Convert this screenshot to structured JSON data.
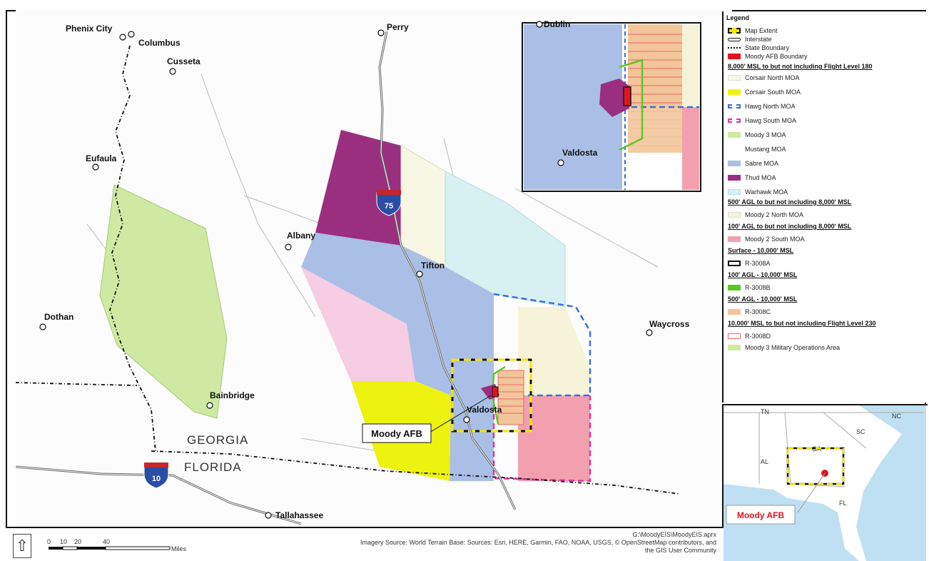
{
  "title_fragment": "",
  "cities": {
    "phenix_city": "Phenix City",
    "columbus": "Columbus",
    "cusseta": "Cusseta",
    "perry": "Perry",
    "dublin": "Dublin",
    "eufaula": "Eufaula",
    "albany": "Albany",
    "tifton": "Tifton",
    "dothan": "Dothan",
    "waycross": "Waycross",
    "bainbridge": "Bainbridge",
    "valdosta": "Valdosta",
    "tallahassee": "Tallahassee"
  },
  "states": {
    "georgia": "GEORGIA",
    "florida": "FLORIDA"
  },
  "interstates": {
    "i75": "75",
    "i10": "10"
  },
  "moody_callout": "Moody AFB",
  "inset": {
    "valdosta": "Valdosta"
  },
  "legend": {
    "title": "Legend",
    "items": [
      {
        "label": "Map Extent"
      },
      {
        "label": "Interstate"
      },
      {
        "label": "State Boundary"
      },
      {
        "label": "Moody AFB Boundary"
      }
    ],
    "heading1": "8,000' MSL to but not including Flight Level 180",
    "group1": [
      {
        "label": "Corsair North MOA"
      },
      {
        "label": "Corsair South MOA"
      },
      {
        "label": "Hawg North MOA"
      },
      {
        "label": "Hawg South MOA"
      },
      {
        "label": "Moody 3 MOA"
      },
      {
        "label": "Mustang MOA"
      },
      {
        "label": "Sabre MOA"
      },
      {
        "label": "Thud MOA"
      },
      {
        "label": "Warhawk MOA"
      }
    ],
    "heading2": "500' AGL to but not including 8,000' MSL",
    "group2": [
      {
        "label": "Moody 2 North MOA"
      }
    ],
    "heading3": "100' AGL to but not including 8,000' MSL",
    "group3": [
      {
        "label": "Moody 2 South MOA"
      }
    ],
    "heading4": "Surface - 10,000' MSL",
    "group4": [
      {
        "label": "R-3008A"
      }
    ],
    "heading5": "100' AGL - 10,000' MSL",
    "group5": [
      {
        "label": "R-3008B"
      }
    ],
    "heading6": "500' AGL - 10,000' MSL",
    "group6": [
      {
        "label": "R-3008C"
      }
    ],
    "heading7": "10,000' MSL to but not including Flight Level 230",
    "group7": [
      {
        "label": "R-3008D"
      },
      {
        "label": "Moody 3 Military Operations Area"
      }
    ]
  },
  "locator": {
    "tn": "TN",
    "nc": "NC",
    "sc": "SC",
    "al": "AL",
    "ga": "GA",
    "fl": "FL",
    "moody": "Moody AFB"
  },
  "scale": {
    "t0": "0",
    "t10": "10",
    "t20": "20",
    "t40": "40",
    "unit": "Miles"
  },
  "source": {
    "path": "G:\\MoodyEIS\\MoodyEIS.aprx",
    "line1": "Imagery Source: World Terrain Base: Sources: Esri, HERE, Garmin, FAO, NOAA, USGS, © OpenStreetMap contributors, and",
    "line2": "the GIS User Community"
  },
  "colors": {
    "corsair_north": "#f7f7e4",
    "corsair_south": "#eef20f",
    "hawg_north": "#3a70d8",
    "hawg_south": "#e0359a",
    "moody3": "#cfe9a2",
    "sabre": "#a9bfe6",
    "thud": "#9b2f7f",
    "warhawk": "#d7f0f2",
    "moody2_north": "#f6f3d8",
    "moody2_south": "#f2a0b0",
    "r3008b": "#5ec81e",
    "r3008c": "#f2c59a",
    "r3008d": "#e86868",
    "pink_region": "#f6cde2",
    "afb": "#e0151f"
  }
}
